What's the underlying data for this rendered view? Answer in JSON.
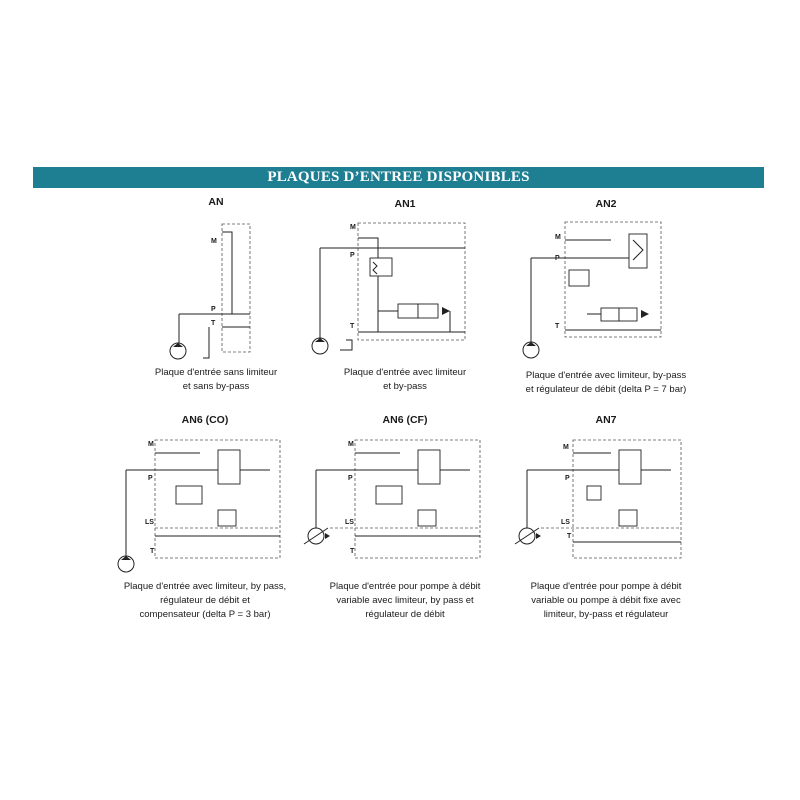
{
  "banner": {
    "title": "PLAQUES D’ENTREE DISPONIBLES"
  },
  "accent_color": "#1e7f92",
  "panels": [
    {
      "title": "AN",
      "ports": {
        "m": "M",
        "p": "P",
        "t": "T"
      },
      "caption": [
        "Plaque d'entrée sans limiteur",
        "et sans by-pass"
      ]
    },
    {
      "title": "AN1",
      "ports": {
        "m": "M",
        "p": "P",
        "t": "T"
      },
      "caption": [
        "Plaque d'entrée avec limiteur",
        "et by-pass"
      ]
    },
    {
      "title": "AN2",
      "ports": {
        "m": "M",
        "p": "P",
        "t": "T"
      },
      "caption": [
        "Plaque d'entrée avec limiteur, by-pass",
        "et régulateur de débit (delta P = 7 bar)"
      ]
    },
    {
      "title": "AN6 (CO)",
      "ports": {
        "m": "M",
        "p": "P",
        "ls": "LS",
        "t": "T"
      },
      "caption": [
        "Plaque d'entrée avec limiteur, by pass,",
        "régulateur de débit et",
        "compensateur (delta P = 3 bar)"
      ]
    },
    {
      "title": "AN6 (CF)",
      "ports": {
        "m": "M",
        "p": "P",
        "ls": "LS",
        "t": "T"
      },
      "caption": [
        "Plaque d'entrée pour pompe à débit",
        "variable avec limiteur, by pass et",
        "régulateur de débit"
      ]
    },
    {
      "title": "AN7",
      "ports": {
        "m": "M",
        "p": "P",
        "ls": "LS",
        "t": "T"
      },
      "caption": [
        "Plaque d'entrée pour pompe à débit",
        "variable ou pompe à débit fixe avec",
        "limiteur, by-pass et régulateur"
      ]
    }
  ]
}
